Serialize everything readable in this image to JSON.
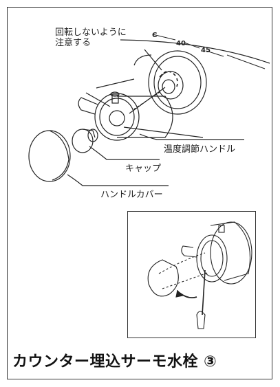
{
  "labels": {
    "no_rotate": [
      "回転しないように",
      "注意する"
    ],
    "temp_handle": "温度調節ハンドル",
    "cap": "キャップ",
    "handle_cover": "ハンドルカバー"
  },
  "dial_marks": {
    "c": "C",
    "forty": "40",
    "fortyfive": "45"
  },
  "title": "カウンター埋込サーモ水栓 ③",
  "icons": [
    "faucet-assembly-icon",
    "screwdriver-icon",
    "arrow-icon"
  ]
}
